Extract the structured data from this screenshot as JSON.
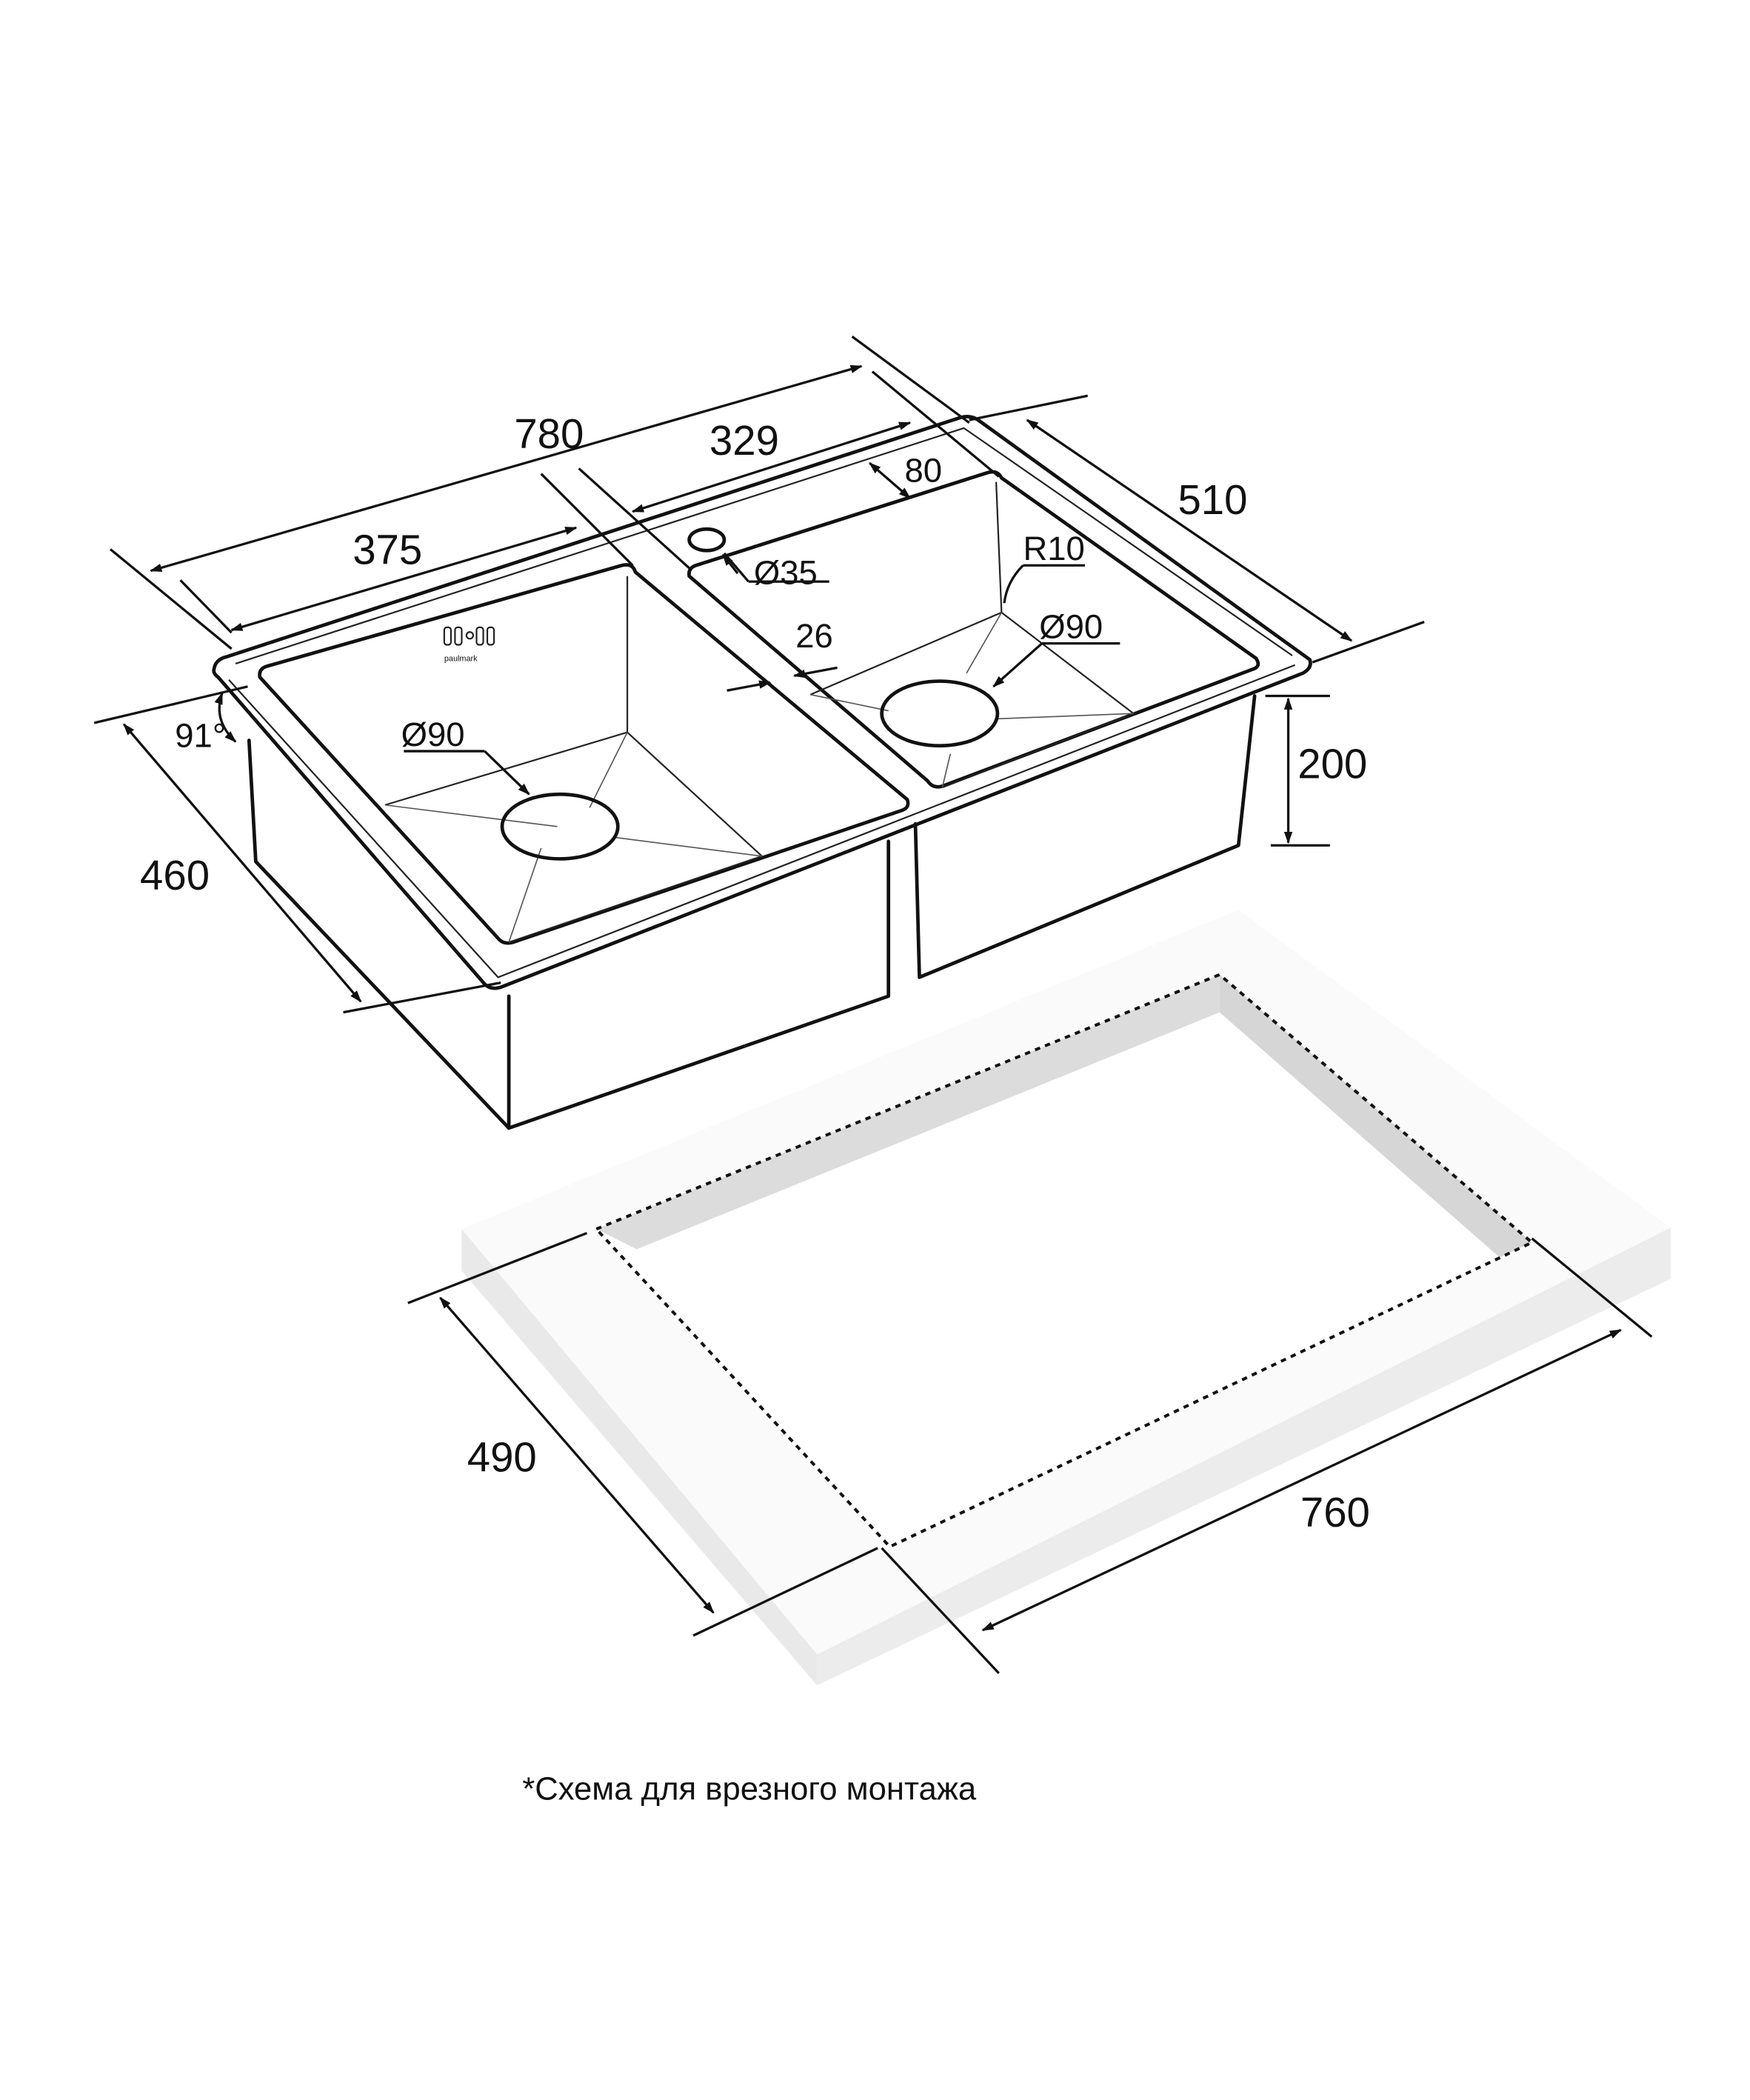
{
  "dimensions": {
    "overall_length": "780",
    "bowl_left_width": "375",
    "bowl_right_width": "329",
    "overall_depth": "510",
    "bowl_depth": "460",
    "offset_80": "80",
    "tap_hole": "Ø35",
    "corner_radius": "R10",
    "rim_26": "26",
    "drain_left": "Ø90",
    "drain_right": "Ø90",
    "bowl_height": "200",
    "angle": "91°",
    "cutout_depth": "490",
    "cutout_length": "760"
  },
  "brand_mark": "paulmark",
  "footnote": "*Схема для врезного монтажа",
  "colors": {
    "line": "#111111",
    "countertop_top": "#fafafa",
    "countertop_edge": "#e6e6e6",
    "countertop_inner": "#dddddd"
  }
}
